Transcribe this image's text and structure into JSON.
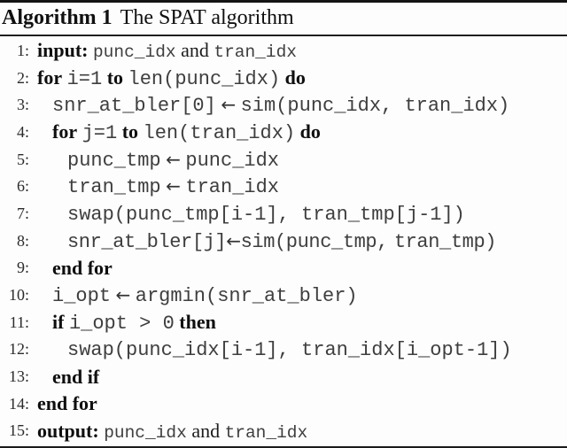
{
  "header": {
    "label": "Algorithm 1",
    "title": "The SPAT algorithm"
  },
  "colors": {
    "rule": "#141414",
    "keyword_text": "#0f0f0f",
    "code_text": "#3e3e3e",
    "background": "#fdfdfd"
  },
  "lines": [
    {
      "num": "1:",
      "indent": 0,
      "io": true,
      "segments": [
        {
          "t": "kw",
          "text": "input:"
        },
        {
          "t": "code",
          "text": "punc_idx"
        },
        {
          "t": "plain",
          "text": "and"
        },
        {
          "t": "code",
          "text": "tran_idx"
        }
      ]
    },
    {
      "num": "2:",
      "indent": 0,
      "segments": [
        {
          "t": "kw",
          "text": "for"
        },
        {
          "t": "code",
          "text": "i=1"
        },
        {
          "t": "kw",
          "text": "to"
        },
        {
          "t": "code",
          "text": "len(punc_idx)"
        },
        {
          "t": "kw",
          "text": "do"
        }
      ]
    },
    {
      "num": "3:",
      "indent": 1,
      "segments": [
        {
          "t": "code",
          "text": "snr_at_bler[0]"
        },
        {
          "t": "arrow",
          "text": "←"
        },
        {
          "t": "code",
          "text": "sim(punc_idx, tran_idx)"
        }
      ]
    },
    {
      "num": "4:",
      "indent": 1,
      "segments": [
        {
          "t": "kw",
          "text": "for"
        },
        {
          "t": "code",
          "text": "j=1"
        },
        {
          "t": "kw",
          "text": "to"
        },
        {
          "t": "code",
          "text": "len(tran_idx)"
        },
        {
          "t": "kw",
          "text": "do"
        }
      ]
    },
    {
      "num": "5:",
      "indent": 2,
      "segments": [
        {
          "t": "code",
          "text": "punc_tmp"
        },
        {
          "t": "arrow",
          "text": "←"
        },
        {
          "t": "code",
          "text": "punc_idx"
        }
      ]
    },
    {
      "num": "6:",
      "indent": 2,
      "segments": [
        {
          "t": "code",
          "text": "tran_tmp"
        },
        {
          "t": "arrow",
          "text": "←"
        },
        {
          "t": "code",
          "text": "tran_idx"
        }
      ]
    },
    {
      "num": "7:",
      "indent": 2,
      "segments": [
        {
          "t": "code",
          "text": "swap(punc_tmp[i-1], tran_tmp[j-1])"
        }
      ]
    },
    {
      "num": "8:",
      "indent": 2,
      "tight": true,
      "segments": [
        {
          "t": "code",
          "text": "snr_at_bler[j]"
        },
        {
          "t": "arrow",
          "text": "←"
        },
        {
          "t": "code",
          "text": "sim(punc_tmp, tran_tmp)"
        }
      ]
    },
    {
      "num": "9:",
      "indent": 1,
      "segments": [
        {
          "t": "kw",
          "text": "end for"
        }
      ]
    },
    {
      "num": "10:",
      "indent": 1,
      "segments": [
        {
          "t": "code",
          "text": "i_opt"
        },
        {
          "t": "arrow",
          "text": "←"
        },
        {
          "t": "code",
          "text": "argmin(snr_at_bler)"
        }
      ]
    },
    {
      "num": "11:",
      "indent": 1,
      "segments": [
        {
          "t": "kw",
          "text": "if"
        },
        {
          "t": "code",
          "text": "i_opt > 0"
        },
        {
          "t": "kw",
          "text": "then"
        }
      ]
    },
    {
      "num": "12:",
      "indent": 2,
      "segments": [
        {
          "t": "code",
          "text": "swap(punc_idx[i-1], tran_idx[i_opt-1])"
        }
      ]
    },
    {
      "num": "13:",
      "indent": 1,
      "segments": [
        {
          "t": "kw",
          "text": "end if"
        }
      ]
    },
    {
      "num": "14:",
      "indent": 0,
      "segments": [
        {
          "t": "kw",
          "text": "end for"
        }
      ]
    },
    {
      "num": "15:",
      "indent": 0,
      "io": true,
      "segments": [
        {
          "t": "kw",
          "text": "output:"
        },
        {
          "t": "code",
          "text": "punc_idx"
        },
        {
          "t": "plain",
          "text": "and"
        },
        {
          "t": "code",
          "text": "tran_idx"
        }
      ]
    }
  ]
}
